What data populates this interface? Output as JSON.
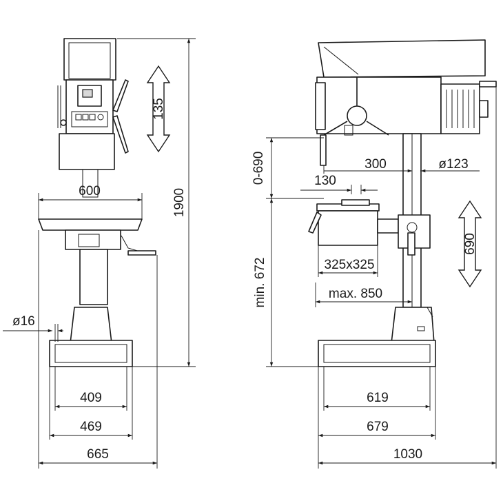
{
  "dimensions": {
    "stroke_135": "135",
    "height_1900": "1900",
    "table_600": "600",
    "bolt_16": "ø16",
    "base_409": "409",
    "base_469": "469",
    "base_665": "665",
    "spindle_0_690": "0-690",
    "column_300": "300",
    "motor_123": "ø123",
    "offset_130": "130",
    "table_325": "325x325",
    "height_672": "min. 672",
    "reach_850": "max. 850",
    "lift_690": "690",
    "base_619": "619",
    "base_679": "679",
    "depth_1030": "1030"
  }
}
